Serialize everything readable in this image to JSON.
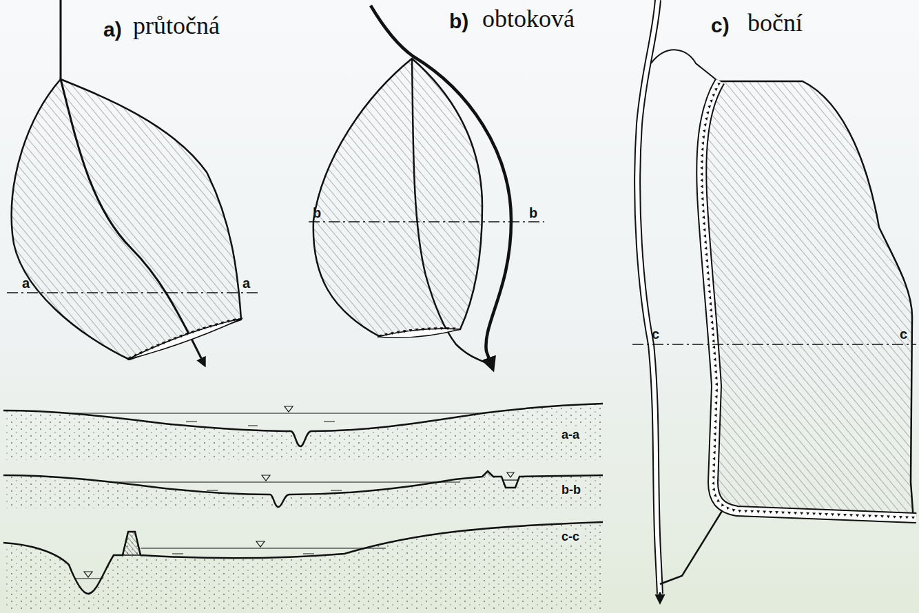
{
  "diagram": {
    "labels": [
      "a)",
      "průtočná",
      "b)",
      "obtoková",
      "c)",
      "boční",
      "a",
      "a",
      "b",
      "b",
      "c",
      "c",
      "a-a",
      "b-b",
      "c-c"
    ]
  }
}
